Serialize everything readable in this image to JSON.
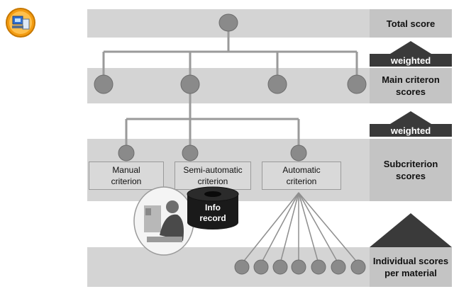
{
  "levels": {
    "total": "Total score",
    "main": "Main criteron\nscores",
    "sub": "Subcriterion\nscores",
    "individual": "Individual scores\nper material"
  },
  "weights": {
    "upper": "weighted",
    "lower": "weighted"
  },
  "criteria": {
    "manual": "Manual\ncriterion",
    "semi": "Semi-automatic\ncriterion",
    "automatic": "Automatic\ncriterion"
  },
  "info_record": "Info\nrecord",
  "icons": {
    "app_logo": "computer-monitor-icon",
    "user_photo": "person-at-desk-photo"
  },
  "colors": {
    "band": "#d4d4d4",
    "label_band": "#c4c4c4",
    "node": "#8a8a8a",
    "dark": "#3a3a3a",
    "accent": "#f39c12"
  }
}
